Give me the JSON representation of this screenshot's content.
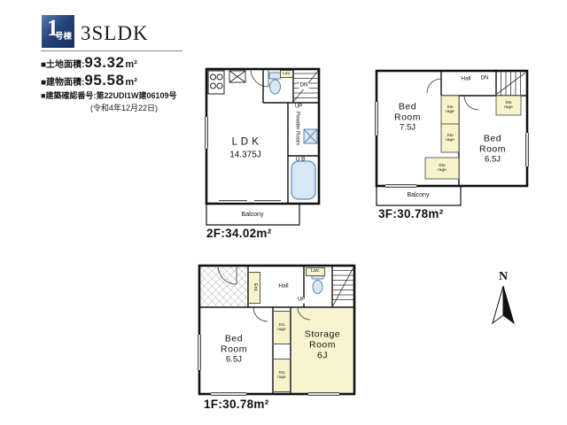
{
  "header": {
    "badge": {
      "number": "1",
      "suffix": "号棟"
    },
    "title": "3SLDK",
    "land": {
      "label": "■土地面積:",
      "value": "93.32",
      "unit": "m²"
    },
    "building": {
      "label": "■建物面積:",
      "value": "95.58",
      "unit": "m²"
    },
    "confirmation": {
      "label": "■建築確認番号:",
      "value": "第22UDI1W建06109号",
      "date": "(令和4年12月22日)"
    }
  },
  "floor2": {
    "caption": "2F:34.02m²",
    "ldk_name": "L D K",
    "ldk_size": "14.375J",
    "powder_room": "Powder Room",
    "ub": "U B",
    "lav": "Lav.",
    "dn": "DN",
    "up": "UP",
    "balcony": "Balcony"
  },
  "floor3": {
    "caption": "3F:30.78m²",
    "hall": "Hall",
    "dn": "DN",
    "bedroom_left_name": "Bed\nRoom",
    "bedroom_left_size": "7.5J",
    "bedroom_right_name": "Bed\nRoom",
    "bedroom_right_size": "6.5J",
    "storage": "Sto\nrage",
    "balcony": "Balcony"
  },
  "floor1": {
    "caption": "1F:30.78m²",
    "entrance": "Ent.",
    "hall": "Hall",
    "up": "UP",
    "lav": "Lav.",
    "bedroom_name": "Bed\nRoom",
    "bedroom_size": "6.5J",
    "storage_room": "Storage\nRoom 6J",
    "storage": "Sto\nrage"
  },
  "compass": {
    "north": "N"
  }
}
